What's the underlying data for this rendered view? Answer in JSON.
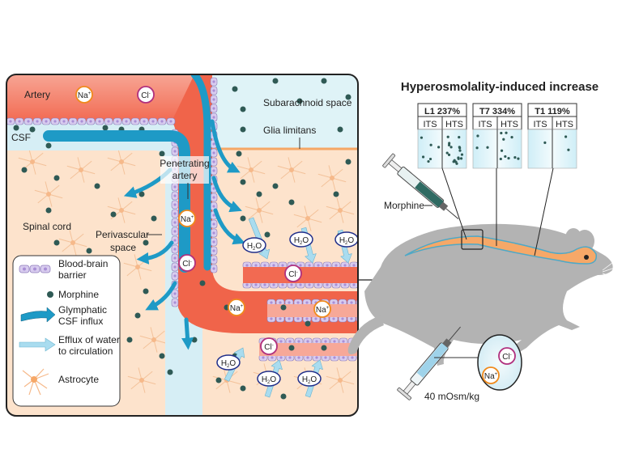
{
  "left_panel": {
    "labels": {
      "artery": "Artery",
      "csf": "CSF",
      "subarachnoid": "Subarachnoid space",
      "glia_limitans": "Glia limitans",
      "penetrating_1": "Penetrating",
      "penetrating_2": "artery",
      "spinal_cord": "Spinal cord",
      "perivascular_1": "Perivascular",
      "perivascular_2": "space"
    },
    "ions": {
      "na": "Na",
      "na_sup": "+",
      "cl": "Cl",
      "cl_sup": "-",
      "h2o_h": "H",
      "h2o_sub": "2",
      "h2o_o": "O"
    },
    "legend": {
      "items": [
        {
          "icon": "blood-brain-barrier-icon",
          "lines": [
            "Blood-brain",
            "barrier"
          ]
        },
        {
          "icon": "morphine-dot-icon",
          "lines": [
            "Morphine"
          ]
        },
        {
          "icon": "glymphatic-arrow-icon",
          "lines": [
            "Glymphatic",
            "CSF influx"
          ]
        },
        {
          "icon": "efflux-arrow-icon",
          "lines": [
            "Efflux of water",
            "to circulation"
          ]
        },
        {
          "icon": "astrocyte-icon",
          "lines": [
            "Astrocyte"
          ]
        }
      ]
    }
  },
  "right_panel": {
    "title": "Hyperosmolality-induced increase",
    "boxes": [
      {
        "label": "L1 237%",
        "col1": "ITS",
        "col2": "HTS",
        "its_dots": 6,
        "hts_dots": 18
      },
      {
        "label": "T7 334%",
        "col1": "ITS",
        "col2": "HTS",
        "its_dots": 3,
        "hts_dots": 10
      },
      {
        "label": "T1 119%",
        "col1": "ITS",
        "col2": "HTS",
        "its_dots": 1,
        "hts_dots": 2
      }
    ],
    "morphine_label": "Morphine",
    "osmolality_label": "40 mOsm/kg",
    "solution_ions": {
      "cl": "Cl",
      "cl_sup": "-",
      "na": "Na",
      "na_sup": "+"
    }
  },
  "colors": {
    "artery_red": "#f0644a",
    "artery_pink": "#f7a898",
    "csf_blue": "#dff3f7",
    "tissue": "#fde3cc",
    "astrocyte": "#f6b98a",
    "morphine_dot": "#2f5a55",
    "glymphatic": "#1e9ac6",
    "efflux": "#a9dcef",
    "bbb_cell": "#d8ccef",
    "bbb_nucleus": "#a98fd6",
    "na_ring": "#f08a1c",
    "cl_ring": "#b0307e",
    "h2o_ring": "#1f2e8a",
    "rat": "#b3b3b3",
    "spinal_orange": "#f6a868"
  }
}
